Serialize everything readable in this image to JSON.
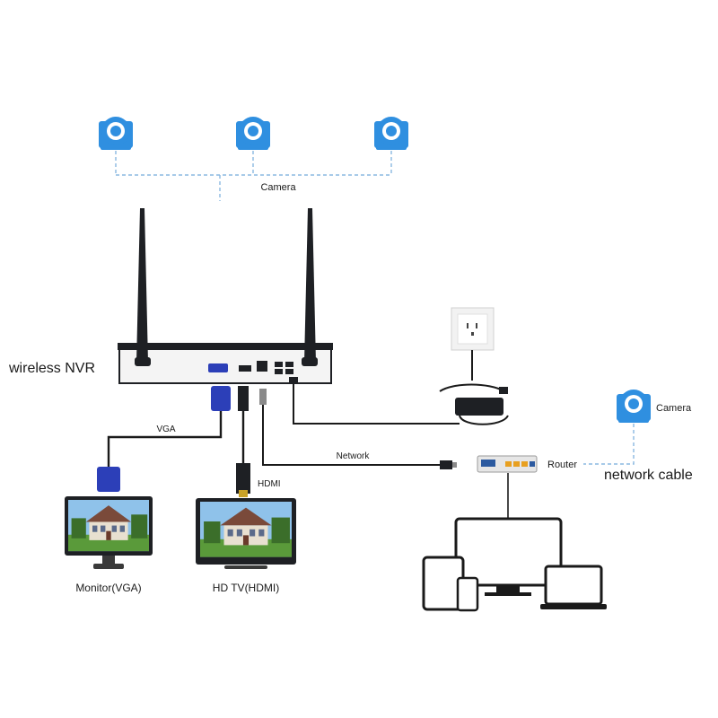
{
  "colors": {
    "camera_blue": "#2f8fe0",
    "nvr_body": "#1e2024",
    "nvr_panel": "#f4f4f4",
    "vga_blue": "#2c3fb8",
    "cable": "#1a1a1a",
    "dashed_link": "#8ab8e0"
  },
  "labels": {
    "cameras_top": "Camera",
    "nvr": "wireless NVR",
    "vga_cable": "VGA",
    "hdmi_cable": "HDMI",
    "network_cable": "Network",
    "router": "Router",
    "camera_right": "Camera",
    "network_cable_wireless": "network cable",
    "monitor": "Monitor(VGA)",
    "hdtv": "HD TV(HDMI)"
  },
  "icons": {
    "camera": "wifi-camera-icon",
    "outlet": "wall-outlet-icon",
    "adapter": "power-adapter-icon",
    "router": "router-icon",
    "house": "house-scene-icon"
  }
}
